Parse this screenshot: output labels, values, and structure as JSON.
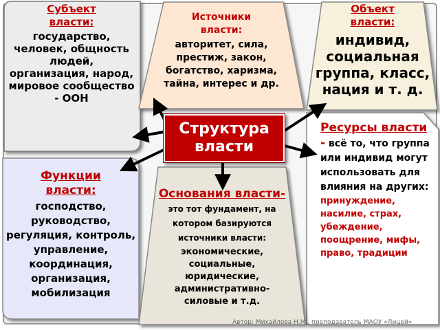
{
  "center": {
    "line1": "Структура",
    "line2": "власти"
  },
  "subject": {
    "title": "Субъект власти:",
    "text": "государство, человек, общность людей, организация, народ, мировое сообщество - ООН"
  },
  "sources": {
    "title": "Источники власти:",
    "text": "авторитет, сила, престиж, закон, богатство, харизма, тайна, интерес и др."
  },
  "object": {
    "title": "Объект власти:",
    "text": "индивид, социальная группа, класс, нация и т. д."
  },
  "resources": {
    "title": "Ресурсы власти",
    "dash": " -",
    "text": " всё то, что группа или индивид могут использовать для влияния на других:",
    "red_text": "принуждение, насилие, страх, убеждение, поощрение, мифы, право, традиции"
  },
  "functions": {
    "title": "Функции власти:",
    "text": "господство, руководство, регуляция, контроль, управление, координация, организация, мобилизация"
  },
  "grounds": {
    "title": "Основания власти-",
    "lead": " это тот фундамент, на котором базируются источники власти:",
    "text": "экономические, социальные, юридические, административно-силовые и т.д."
  },
  "footer": "Автор: Михайлова Н.М., преподаватель МАОУ «Лицей»",
  "colors": {
    "red": "#c00000",
    "card_gray": "#ececec",
    "card_peach": "#fde6d2",
    "card_cream": "#f7f0dd",
    "card_lavender": "#e6e8fa",
    "card_stone": "#e9e5da"
  }
}
